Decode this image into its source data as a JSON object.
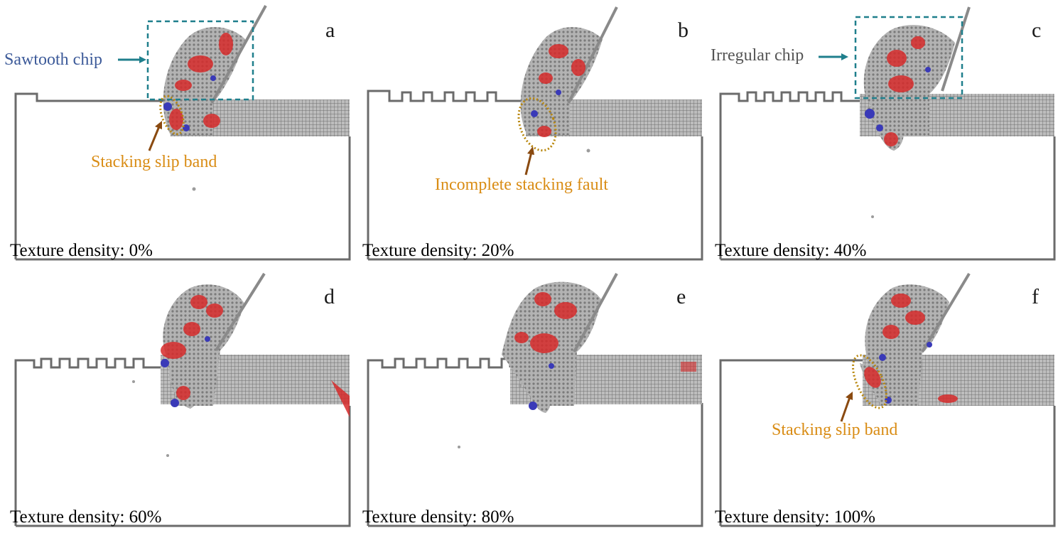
{
  "colors": {
    "outline": "#6b6b6b",
    "mesh": "#8a8a8a",
    "atoms": "#9c9c9c",
    "stacking_fault": "#d62a2a",
    "dislocation": "#3a3ab8",
    "annotation_orange": "#d98c14",
    "annotation_blue": "#3c5a99",
    "box_teal": "#1f7f8c"
  },
  "panels": [
    {
      "id": "a",
      "density_label": "Texture density: 0%"
    },
    {
      "id": "b",
      "density_label": "Texture density: 20%"
    },
    {
      "id": "c",
      "density_label": "Texture density: 40%"
    },
    {
      "id": "d",
      "density_label": "Texture density: 60%"
    },
    {
      "id": "e",
      "density_label": "Texture density: 80%"
    },
    {
      "id": "f",
      "density_label": "Texture density: 100%"
    }
  ],
  "annotations": {
    "sawtooth_chip": "Sawtooth chip",
    "irregular_chip": "Irregular chip",
    "stacking_slip_band": "Stacking slip band",
    "incomplete_stacking_fault": "Incomplete stacking fault"
  }
}
